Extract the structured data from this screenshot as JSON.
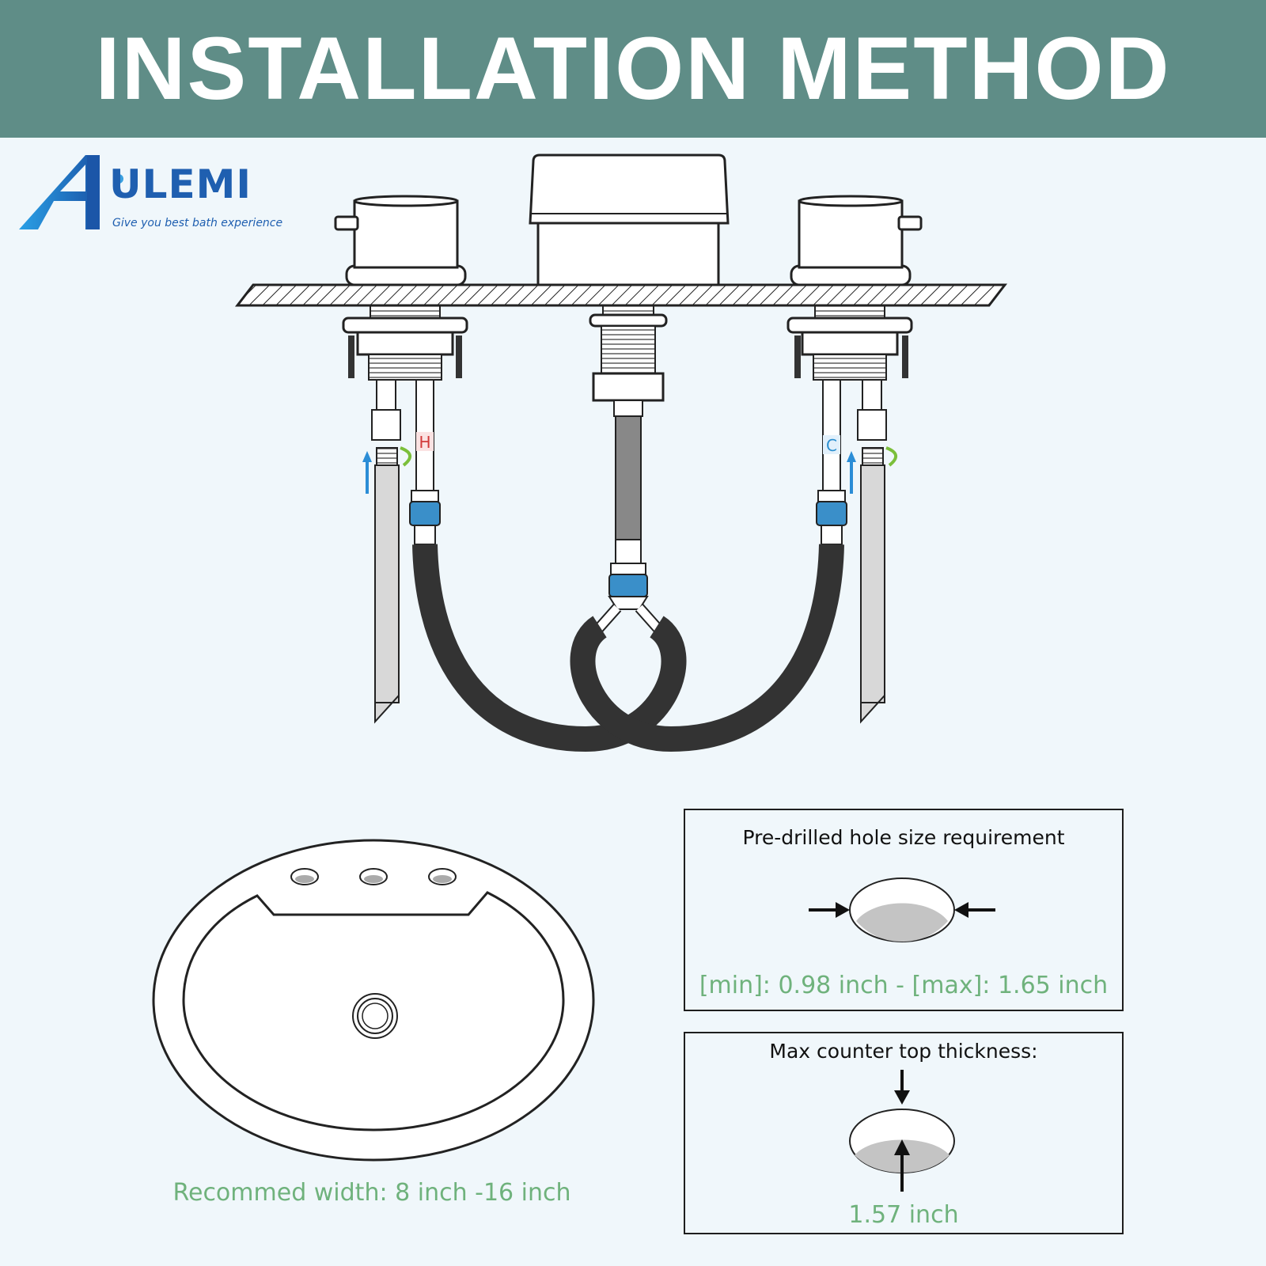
{
  "header": {
    "title": "INSTALLATION METHOD"
  },
  "logo": {
    "wordmark": "ULEMI",
    "tagline": "Give you best bath experience"
  },
  "diagram": {
    "hot_label": "H",
    "cold_label": "C"
  },
  "sink": {
    "caption": "Recommed width: 8 inch -16 inch"
  },
  "hole_box": {
    "title": "Pre-drilled hole size requirement",
    "value": "[min]: 0.98 inch - [max]: 1.65 inch"
  },
  "thickness_box": {
    "title": "Max counter top thickness:",
    "value": "1.57 inch"
  },
  "colors": {
    "header": "#5f8d87",
    "accent_green": "#6fb27c",
    "brand_blue": "#1f5fb0",
    "connector_blue": "#3a8fc9",
    "hose": "#333333"
  }
}
